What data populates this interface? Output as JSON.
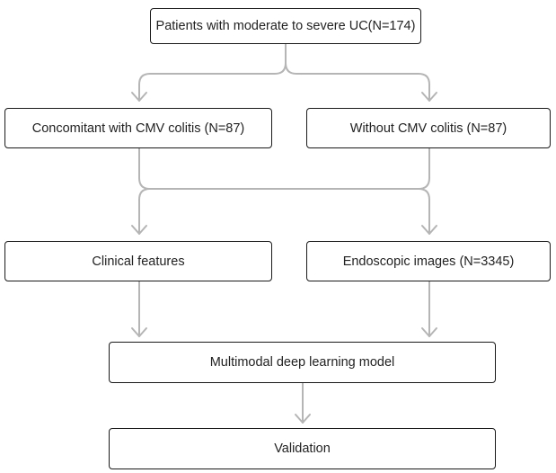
{
  "flowchart": {
    "nodes": {
      "patients": "Patients with moderate to severe UC(N=174)",
      "cmv": "Concomitant with CMV colitis (N=87)",
      "no_cmv": "Without CMV colitis (N=87)",
      "clinical": "Clinical features",
      "endoscopic": "Endoscopic images (N=3345)",
      "model": "Multimodal deep learning model",
      "validation": "Validation"
    },
    "edges": [
      [
        "patients",
        "cmv"
      ],
      [
        "patients",
        "no_cmv"
      ],
      [
        "cmv",
        "clinical"
      ],
      [
        "cmv",
        "endoscopic"
      ],
      [
        "no_cmv",
        "clinical"
      ],
      [
        "no_cmv",
        "endoscopic"
      ],
      [
        "clinical",
        "model"
      ],
      [
        "endoscopic",
        "model"
      ],
      [
        "model",
        "validation"
      ]
    ],
    "connector_color": "#b5b5b5",
    "border_color": "#1a1a1a"
  }
}
